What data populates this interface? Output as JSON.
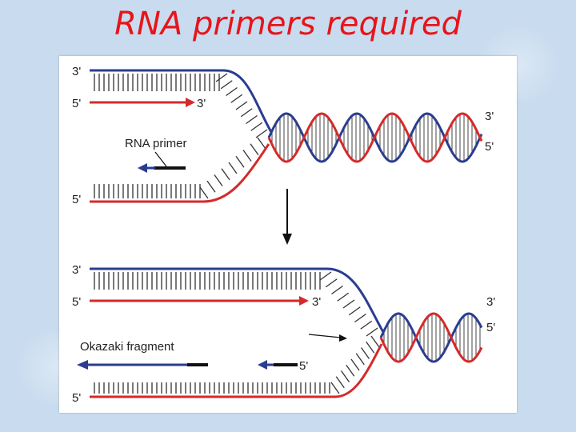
{
  "title": "RNA primers required",
  "colors": {
    "title": "#e8141b",
    "strand_red": "#d42a2a",
    "strand_blue": "#2a3d8f",
    "primer": "#111111"
  },
  "top_panel": {
    "end_3_top_left": "3'",
    "end_5_mid_left": "5'",
    "end_3_mid_arrow": "3'",
    "primer_label": "RNA primer",
    "end_5_bottom_left": "5'",
    "end_3_right": "3'",
    "end_5_right": "5'"
  },
  "bottom_panel": {
    "end_3_top_left": "3'",
    "end_5_mid_left": "5'",
    "end_3_mid_arrow": "3'",
    "end_3_right": "3'",
    "end_5_right": "5'",
    "fragment_label": "Okazaki fragment",
    "end_5_fragment": "5'",
    "end_5_bottom_left": "5'"
  }
}
